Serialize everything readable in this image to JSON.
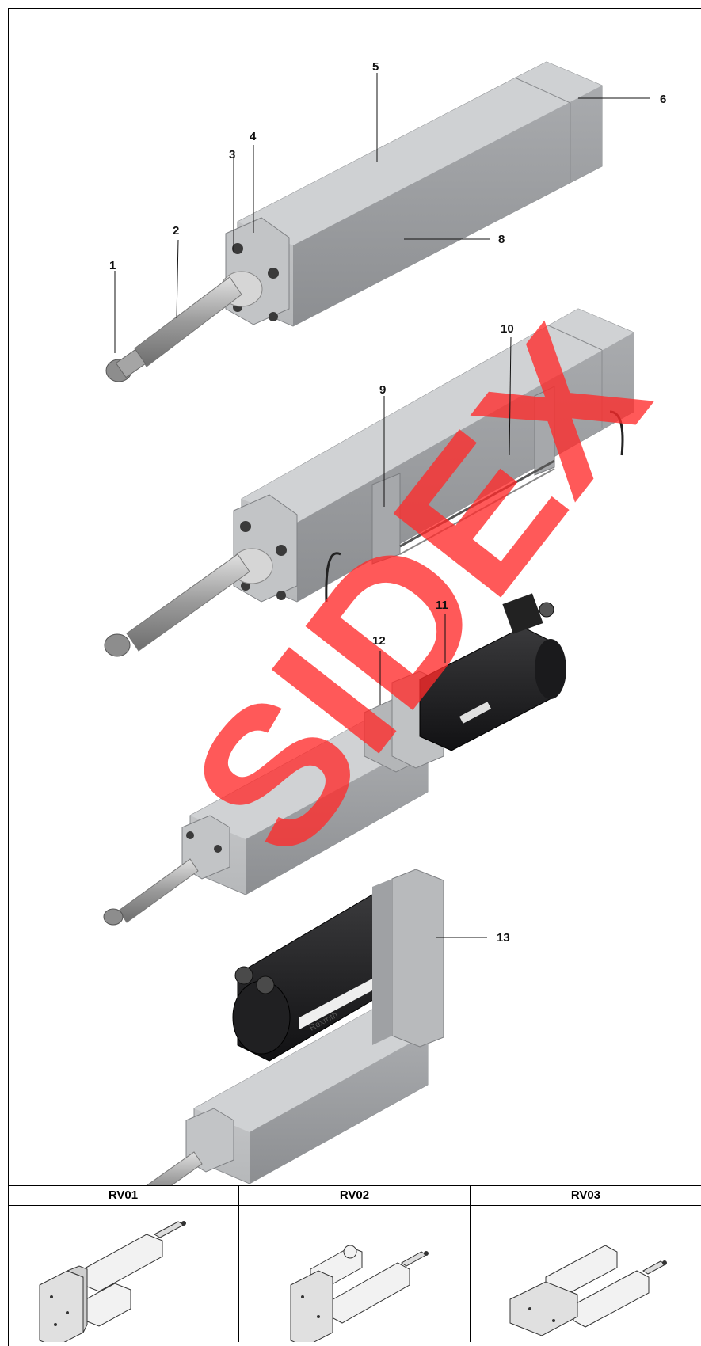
{
  "callouts": [
    "1",
    "2",
    "3",
    "4",
    "5",
    "6",
    "8",
    "9",
    "10",
    "11",
    "12",
    "13"
  ],
  "watermark": "SIDEX",
  "motor_brand": "Rexroth",
  "variants": {
    "headers": [
      "RV01",
      "RV02",
      "RV03"
    ]
  },
  "colors": {
    "housing": "#b9bbbd",
    "housing_dark": "#8f9194",
    "motor": "#1c1c1e",
    "watermark": "#ff2a2a"
  }
}
